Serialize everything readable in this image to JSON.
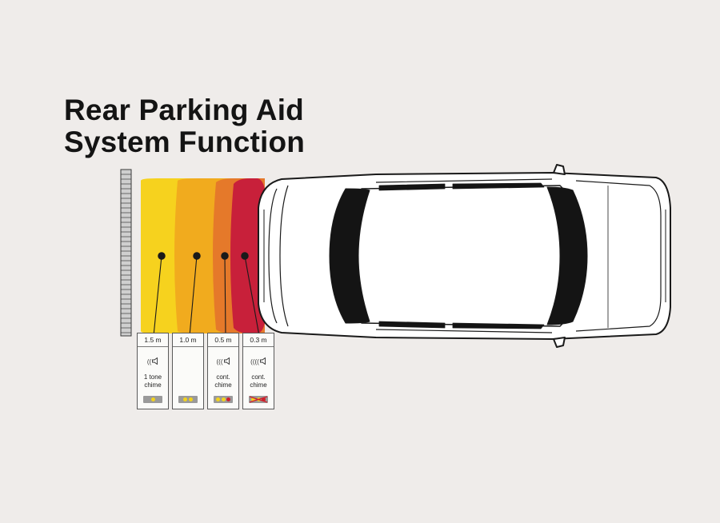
{
  "title": {
    "line1": "Rear Parking Aid",
    "line2": "System Function"
  },
  "zones": [
    {
      "name": "1.5 m zone",
      "color": "#f6d21e"
    },
    {
      "name": "1.0 m zone",
      "color": "#f1ab1e"
    },
    {
      "name": "0.5 m zone",
      "color": "#e5792a"
    },
    {
      "name": "0.3 m zone",
      "color": "#c8203a"
    }
  ],
  "panels": [
    {
      "distance": "1.5 m",
      "speaker_icon": "speaker-single-wave-icon",
      "speaker_glyph": "((",
      "chime": "1 tone\nchime",
      "lamps": [
        "#f2d21c"
      ],
      "crossed": false
    },
    {
      "distance": "1.0 m",
      "speaker_icon": "speaker-none-icon",
      "speaker_glyph": "",
      "chime": "",
      "lamps": [
        "#f2d21c",
        "#f2d21c"
      ],
      "crossed": false
    },
    {
      "distance": "0.5 m",
      "speaker_icon": "speaker-multi-wave-icon",
      "speaker_glyph": "(((",
      "chime": "cont.\nchime",
      "lamps": [
        "#f2d21c",
        "#f2d21c",
        "#d0202c"
      ],
      "crossed": false
    },
    {
      "distance": "0.3 m",
      "speaker_icon": "speaker-multi-wave-icon",
      "speaker_glyph": "((((",
      "chime": "cont.\nchime",
      "lamps": [
        "#f2d21c",
        "#f2d21c",
        "#d0202c"
      ],
      "crossed": true
    }
  ],
  "colors": {
    "background": "#efecea",
    "ink": "#141414",
    "wall": "#8a8a8a"
  },
  "icons": [
    "wall-icon",
    "car-top-view-icon"
  ]
}
